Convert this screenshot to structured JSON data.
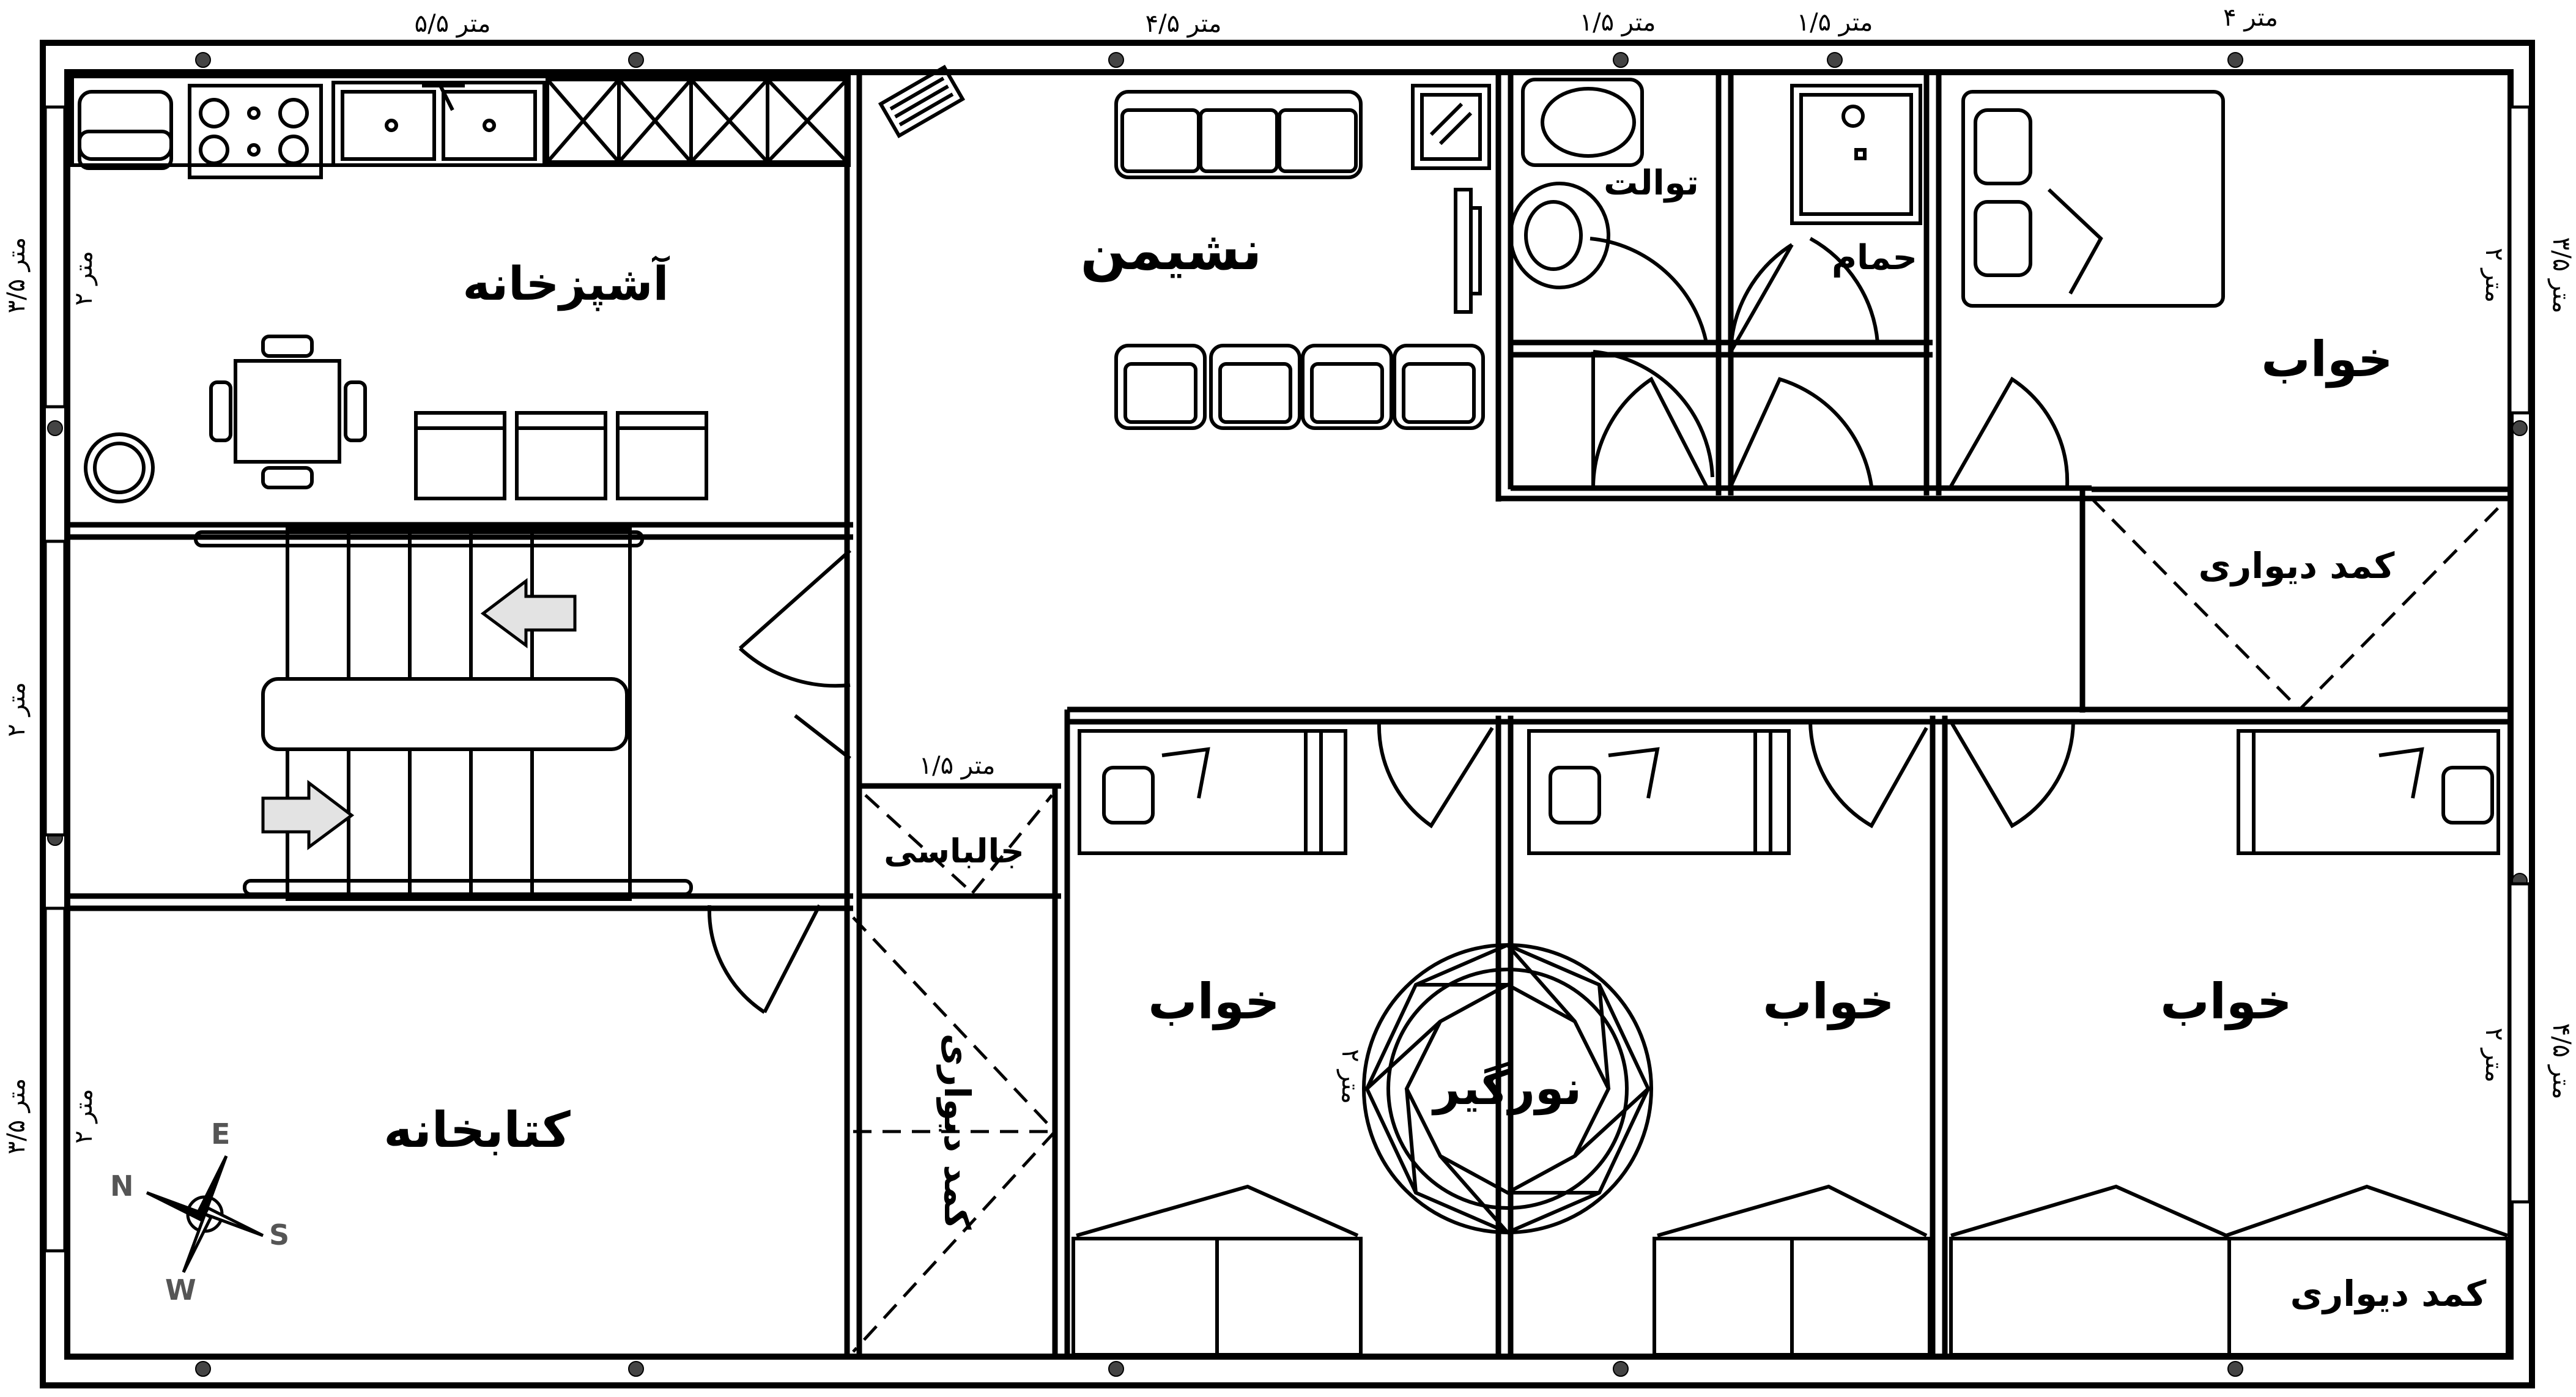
{
  "rooms": {
    "kitchen": "آشپزخانه",
    "living": "نشیمن",
    "toilet": "توالت",
    "bath": "حمام",
    "bedroom_ne": "خواب",
    "closet_ne": "کمد دیواری",
    "hall_closet": "جالباسی",
    "library": "کتابخانه",
    "closet_center": "کمد دیواری",
    "bedroom_a": "خواب",
    "skylight": "نورگیر",
    "bedroom_b": "خواب",
    "bedroom_c": "خواب",
    "closet_se": "کمد دیواری"
  },
  "dimensions": {
    "top_1": "۵/۵ متر",
    "top_2": "۴/۵ متر",
    "top_3": "۱/۵ متر",
    "top_4": "۱/۵ متر",
    "top_5": "۴ متر",
    "left_1": "۳/۵ متر",
    "left_2": "۲ متر",
    "left_3": "۳/۵ متر",
    "left_in_1": "۲ متر",
    "left_in_2": "۲ متر",
    "right_1": "۳/۵ متر",
    "right_2": "۴/۵ متر",
    "right_in_1": "۲ متر",
    "right_in_2": "۲ متر",
    "hall_closet_width": "۱/۵ متر",
    "skylight_dim": "۲ متر"
  },
  "compass": {
    "n": "N",
    "e": "E",
    "s": "S",
    "w": "W"
  }
}
